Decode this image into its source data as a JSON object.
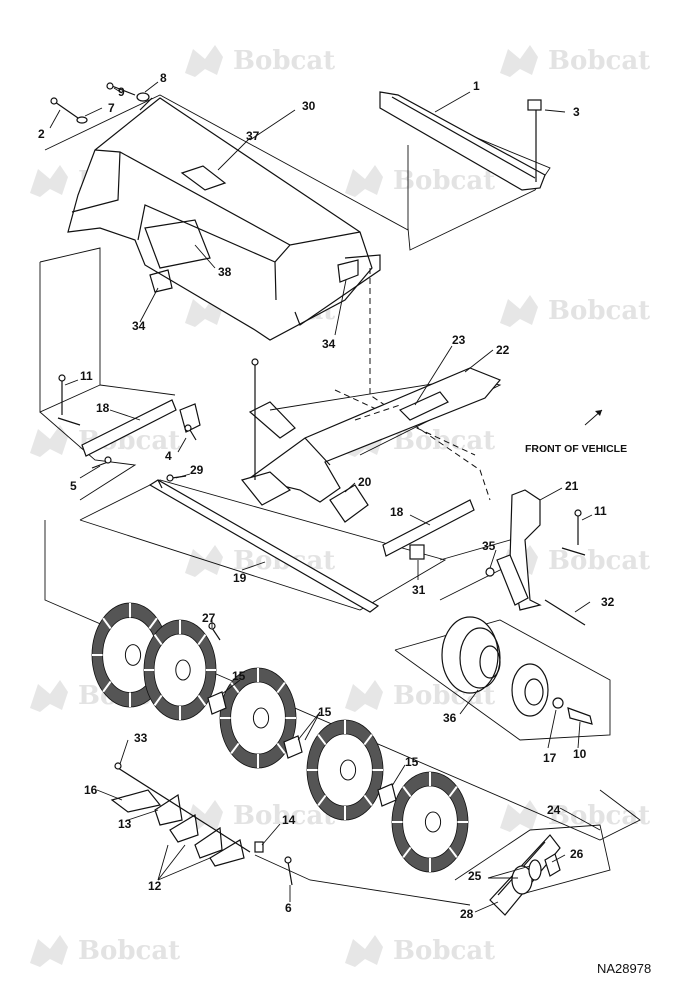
{
  "watermark": {
    "brand_text": "Bobcat"
  },
  "diagram": {
    "reference_code": "NA28978",
    "direction_label": "FRONT OF VEHICLE",
    "callouts": [
      {
        "id": "c1",
        "label": "1"
      },
      {
        "id": "c2",
        "label": "2"
      },
      {
        "id": "c3",
        "label": "3"
      },
      {
        "id": "c4",
        "label": "4"
      },
      {
        "id": "c5",
        "label": "5"
      },
      {
        "id": "c6",
        "label": "6"
      },
      {
        "id": "c7",
        "label": "7"
      },
      {
        "id": "c8",
        "label": "8"
      },
      {
        "id": "c9",
        "label": "9"
      },
      {
        "id": "c10",
        "label": "10"
      },
      {
        "id": "c11a",
        "label": "11"
      },
      {
        "id": "c11b",
        "label": "11"
      },
      {
        "id": "c12",
        "label": "12"
      },
      {
        "id": "c13",
        "label": "13"
      },
      {
        "id": "c14",
        "label": "14"
      },
      {
        "id": "c15a",
        "label": "15"
      },
      {
        "id": "c15b",
        "label": "15"
      },
      {
        "id": "c15c",
        "label": "15"
      },
      {
        "id": "c16",
        "label": "16"
      },
      {
        "id": "c17",
        "label": "17"
      },
      {
        "id": "c18a",
        "label": "18"
      },
      {
        "id": "c18b",
        "label": "18"
      },
      {
        "id": "c19",
        "label": "19"
      },
      {
        "id": "c20",
        "label": "20"
      },
      {
        "id": "c21",
        "label": "21"
      },
      {
        "id": "c22",
        "label": "22"
      },
      {
        "id": "c23",
        "label": "23"
      },
      {
        "id": "c24",
        "label": "24"
      },
      {
        "id": "c25",
        "label": "25"
      },
      {
        "id": "c26",
        "label": "26"
      },
      {
        "id": "c27",
        "label": "27"
      },
      {
        "id": "c28",
        "label": "28"
      },
      {
        "id": "c29",
        "label": "29"
      },
      {
        "id": "c30",
        "label": "30"
      },
      {
        "id": "c31",
        "label": "31"
      },
      {
        "id": "c32",
        "label": "32"
      },
      {
        "id": "c33",
        "label": "33"
      },
      {
        "id": "c34a",
        "label": "34"
      },
      {
        "id": "c34b",
        "label": "34"
      },
      {
        "id": "c35",
        "label": "35"
      },
      {
        "id": "c36",
        "label": "36"
      },
      {
        "id": "c37",
        "label": "37"
      },
      {
        "id": "c38",
        "label": "38"
      }
    ]
  }
}
